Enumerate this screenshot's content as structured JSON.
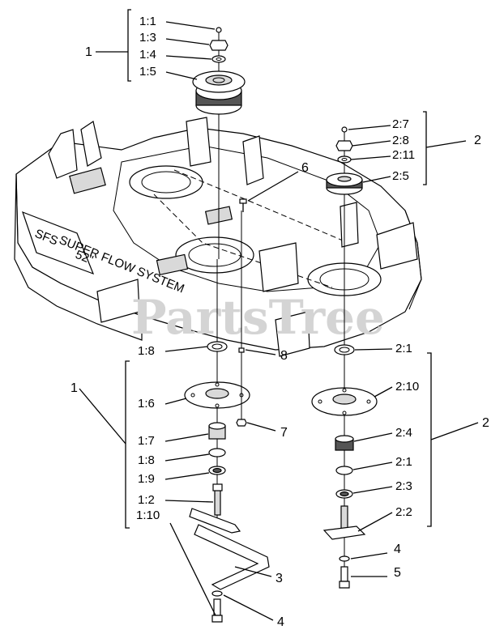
{
  "watermark": "PartsTree",
  "deck_decal": {
    "line1": "SUPER FLOW SYSTEM",
    "logo": "SFS",
    "size": "52\""
  },
  "callouts": {
    "group1_top": {
      "group": "1",
      "items": [
        "1:1",
        "1:3",
        "1:4",
        "1:5"
      ]
    },
    "group2_top": {
      "group": "2",
      "items": [
        "2:7",
        "2:8",
        "2:11",
        "2:5"
      ]
    },
    "item6": "6",
    "group1_bottom": {
      "group": "1",
      "items": [
        "1:8",
        "1:6",
        "1:7",
        "1:8",
        "1:9",
        "1:2",
        "1:10"
      ]
    },
    "group2_bottom": {
      "group": "2",
      "items": [
        "2:1",
        "2:10",
        "2:4",
        "2:1",
        "2:3",
        "2:2"
      ]
    },
    "item8": "8",
    "item7": "7",
    "item3": "3",
    "item4_left": "4",
    "item4_right": "4",
    "item5": "5"
  }
}
